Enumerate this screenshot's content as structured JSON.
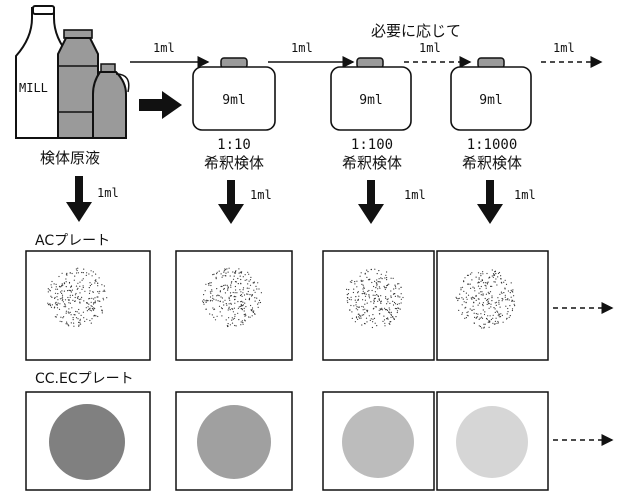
{
  "top_note": "必要に応じて",
  "transfer_volume": "1ml",
  "bottle_label": "MILL",
  "source_label": "検体原液",
  "tubes": [
    {
      "volume": "9ml",
      "ratio": "1:10",
      "label": "希釈検体"
    },
    {
      "volume": "9ml",
      "ratio": "1:100",
      "label": "希釈検体"
    },
    {
      "volume": "9ml",
      "ratio": "1:1000",
      "label": "希釈検体"
    }
  ],
  "rows": [
    {
      "label": "ACプレート",
      "kind": "dots"
    },
    {
      "label": "CC.ECプレート",
      "kind": "solid",
      "fills": [
        "#808080",
        "#a0a0a0",
        "#bcbcbc",
        "#d6d6d6"
      ]
    }
  ]
}
